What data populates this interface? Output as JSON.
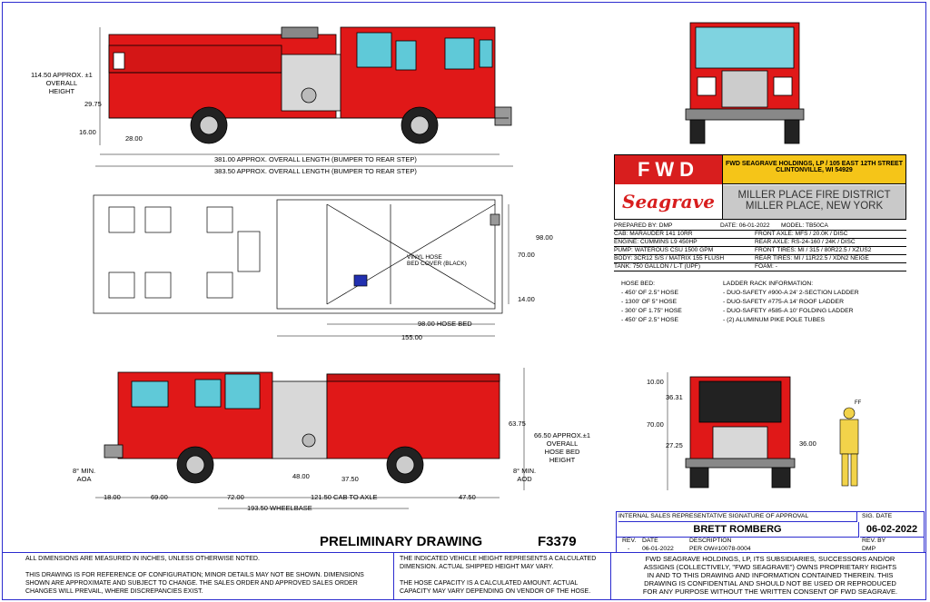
{
  "dimensions": {
    "overall_height": "114.50 APPROX. ±1\nOVERALL\nHEIGHT",
    "d2975": "29.75",
    "d1600": "16.00",
    "d2800": "28.00",
    "len381": "381.00 APPROX. OVERALL LENGTH (BUMPER TO REAR STEP)",
    "len383": "383.50 APPROX. OVERALL LENGTH (BUMPER TO REAR STEP)",
    "d9800": "98.00",
    "d7000": "70.00",
    "d1400": "14.00",
    "hose_bed": "98.00 HOSE BED",
    "d15500": "155.00",
    "vinyl": "VINYL HOSE\nBED COVER (BLACK)",
    "d6375": "63.75",
    "hose_bed_height": "66.50 APPROX.±1\nOVERALL\nHOSE BED\nHEIGHT",
    "aoa": "8° MIN.\nAOA",
    "aod": "8° MIN.\nAOD",
    "d4800": "48.00",
    "d3750": "37.50",
    "d1800": "18.00",
    "d6900": "69.00",
    "d7200": "72.00",
    "cab_to_axle": "121.50 CAB TO AXLE",
    "d4750": "47.50",
    "wheelbase": "193.50 WHEELBASE",
    "r1000": "10.00",
    "r3631": "36.31",
    "r7000": "70.00",
    "r2725": "27.25",
    "r3600": "36.00",
    "ff": "FF"
  },
  "logo": {
    "fwd": "FWD",
    "seagrave": "Seagrave"
  },
  "company": {
    "name": "FWD SEAGRAVE HOLDINGS, LP / 105 EAST 12TH STREET",
    "city": "CLINTONVILLE, WI 54929"
  },
  "customer": {
    "line1": "MILLER PLACE FIRE DISTRICT",
    "line2": "MILLER PLACE, NEW YORK"
  },
  "specs": [
    {
      "left": "PREPARED BY: DMP",
      "mid": "DATE: 06-01-2022",
      "right": "MODEL: TB50CA"
    },
    {
      "left": "CAB: MARAUDER 141 10RR",
      "right": "FRONT AXLE: MFS / 20.0K / DISC"
    },
    {
      "left": "ENGINE: CUMMINS L9 450HP",
      "right": "REAR AXLE: RS-24-160 / 24K / DISC"
    },
    {
      "left": "PUMP: WATEROUS CSU 1500 GPM",
      "right": "FRONT TIRES: MI / 315 / 80R22.5 / XZUS2"
    },
    {
      "left": "BODY: 3CR12 S/S / MATRIX 155 FLUSH",
      "right": "REAR TIRES: MI / 11R22.5 / XDN2 NEIGE"
    },
    {
      "left": "TANK: 750 GALLON / L-T (UPF)",
      "right": "FOAM: -"
    }
  ],
  "hose_bed": {
    "title": "HOSE BED:",
    "items": [
      "- 450' OF 2.5\" HOSE",
      "- 1300' OF 5\" HOSE",
      "- 300' OF 1.75\" HOSE",
      "- 450' OF 2.5\" HOSE"
    ]
  },
  "ladder": {
    "title": "LADDER RACK INFORMATION:",
    "items": [
      "- DUO-SAFETY #900-A 24' 2-SECTION LADDER",
      "- DUO-SAFETY #775-A 14' ROOF LADDER",
      "- DUO-SAFETY #585-A 10' FOLDING LADDER",
      "- (2) ALUMINUM PIKE POLE TUBES"
    ]
  },
  "approval": {
    "header": "INTERNAL SALES REPRESENTATIVE SIGNATURE OF APPROVAL",
    "sig_date_label": "SIG. DATE",
    "name": "BRETT ROMBERG",
    "sig_date": "06-02-2022",
    "rev_label": "REV.",
    "date_label": "DATE",
    "desc_label": "DESCRIPTION",
    "revby_label": "REV. BY",
    "rev": "-",
    "date": "06-01-2022",
    "desc": "PER OW#10078-0004",
    "revby": "DMP"
  },
  "prelim": "PRELIMINARY DRAWING",
  "drawing_no": "F3379",
  "notes": {
    "left": "ALL DIMENSIONS ARE MEASURED IN INCHES, UNLESS OTHERWISE NOTED.\n\nTHIS DRAWING IS FOR REFERENCE OF CONFIGURATION; MINOR DETAILS MAY NOT BE SHOWN.  DIMENSIONS\nSHOWN ARE APPROXIMATE AND SUBJECT TO CHANGE.  THE SALES ORDER AND APPROVED SALES ORDER\nCHANGES WILL PREVAIL, WHERE DISCREPANCIES EXIST.",
    "mid": "THE INDICATED VEHICLE HEIGHT REPRESENTS A CALCULATED\nDIMENSION.  ACTUAL SHIPPED HEIGHT MAY VARY.\n\nTHE HOSE CAPACITY IS A CALCULATED AMOUNT.  ACTUAL\nCAPACITY MAY VARY DEPENDING ON  VENDOR OF THE HOSE.",
    "right": "FWD SEAGRAVE HOLDINGS, LP, ITS SUBSIDIARIES, SUCCESSORS AND/OR\nASSIGNS (COLLECTIVELY, \"FWD SEAGRAVE\") OWNS PROPRIETARY RIGHTS\nIN AND TO THIS DRAWING AND INFORMATION CONTAINED THEREIN. THIS\nDRAWING IS CONFIDENTIAL AND SHOULD NOT BE USED OR REPRODUCED\nFOR ANY PURPOSE WITHOUT THE WRITTEN CONSENT OF  FWD SEAGRAVE."
  },
  "colors": {
    "truck_red": "#e01818",
    "frame_blue": "#2b2bcf",
    "logo_red": "#d81e1e",
    "cust_gray": "#c9c9c9"
  }
}
